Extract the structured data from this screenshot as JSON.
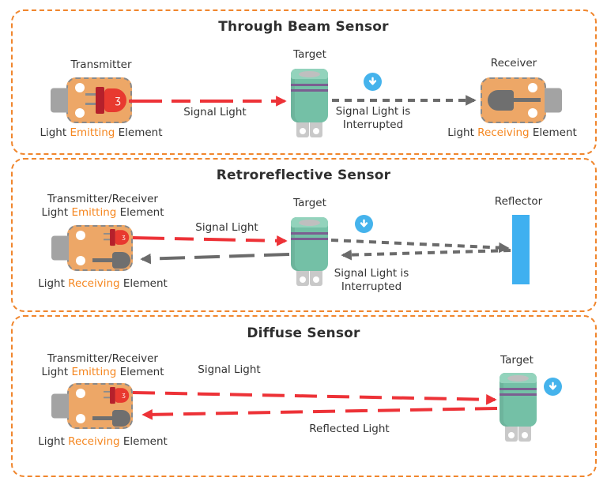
{
  "colors": {
    "panel_border": "#F0862D",
    "highlight_orange": "#F5861F",
    "signal_red": "#ED3237",
    "signal_gray": "#6B6B6B",
    "indicator_blue": "#45B3EC",
    "reflector_blue": "#3FB0F0",
    "target_green": "#74C0A6",
    "board_orange": "#EDA767",
    "text_dark": "#333333"
  },
  "icons": {
    "down_indicator": "arrow-down-circle",
    "led_emitter": "red-led",
    "photodiode": "gray-photodiode"
  },
  "through_beam": {
    "title": "Through Beam Sensor",
    "transmitter_label": "Transmitter",
    "emitting_caption": {
      "pre": "Light",
      "highlight": " Emitting ",
      "post": "Element"
    },
    "signal_light_label": "Signal Light",
    "target_label": "Target",
    "interrupted_line1": "Signal Light is",
    "interrupted_line2": "Interrupted",
    "receiver_label": "Receiver",
    "receiving_caption": {
      "pre": "Light",
      "highlight": " Receiving ",
      "post": "Element"
    }
  },
  "retroreflective": {
    "title": "Retroreflective Sensor",
    "device_label": "Transmitter/Receiver",
    "emitting_caption": {
      "pre": "Light",
      "highlight": " Emitting ",
      "post": "Element"
    },
    "receiving_caption": {
      "pre": "Light",
      "highlight": " Receiving ",
      "post": "Element"
    },
    "signal_light_label": "Signal Light",
    "target_label": "Target",
    "interrupted_line1": "Signal Light is",
    "interrupted_line2": "Interrupted",
    "reflector_label": "Reflector"
  },
  "diffuse": {
    "title": "Diffuse Sensor",
    "device_label": "Transmitter/Receiver",
    "emitting_caption": {
      "pre": "Light",
      "highlight": " Emitting ",
      "post": "Element"
    },
    "receiving_caption": {
      "pre": "Light",
      "highlight": " Receiving ",
      "post": "Element"
    },
    "signal_light_label": "Signal Light",
    "reflected_light_label": "Reflected Light",
    "target_label": "Target"
  }
}
